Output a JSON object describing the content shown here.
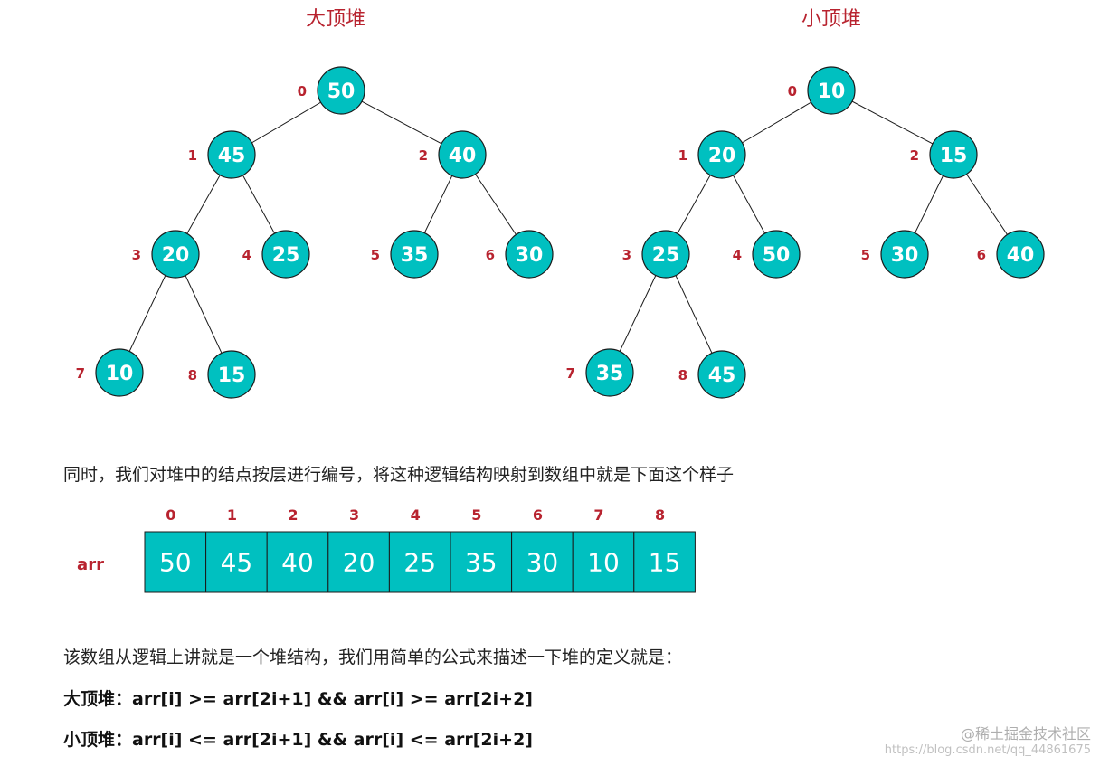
{
  "trees": [
    {
      "title": "大顶堆",
      "nodes": [
        {
          "index": "0",
          "value": "50"
        },
        {
          "index": "1",
          "value": "45"
        },
        {
          "index": "2",
          "value": "40"
        },
        {
          "index": "3",
          "value": "20"
        },
        {
          "index": "4",
          "value": "25"
        },
        {
          "index": "5",
          "value": "35"
        },
        {
          "index": "6",
          "value": "30"
        },
        {
          "index": "7",
          "value": "10"
        },
        {
          "index": "8",
          "value": "15"
        }
      ]
    },
    {
      "title": "小顶堆",
      "nodes": [
        {
          "index": "0",
          "value": "10"
        },
        {
          "index": "1",
          "value": "20"
        },
        {
          "index": "2",
          "value": "15"
        },
        {
          "index": "3",
          "value": "25"
        },
        {
          "index": "4",
          "value": "50"
        },
        {
          "index": "5",
          "value": "30"
        },
        {
          "index": "6",
          "value": "40"
        },
        {
          "index": "7",
          "value": "35"
        },
        {
          "index": "8",
          "value": "45"
        }
      ]
    }
  ],
  "edges": [
    [
      0,
      1
    ],
    [
      0,
      2
    ],
    [
      1,
      3
    ],
    [
      1,
      4
    ],
    [
      2,
      5
    ],
    [
      2,
      6
    ],
    [
      3,
      7
    ],
    [
      3,
      8
    ]
  ],
  "colors": {
    "node_fill": "#00c0c0",
    "index_label": "#b8232f",
    "title": "#b8232f"
  },
  "intro_text": "同时，我们对堆中的结点按层进行编号，将这种逻辑结构映射到数组中就是下面这个样子",
  "array": {
    "label": "arr",
    "indices": [
      "0",
      "1",
      "2",
      "3",
      "4",
      "5",
      "6",
      "7",
      "8"
    ],
    "values": [
      "50",
      "45",
      "40",
      "20",
      "25",
      "35",
      "30",
      "10",
      "15"
    ]
  },
  "desc_text": "该数组从逻辑上讲就是一个堆结构，我们用简单的公式来描述一下堆的定义就是：",
  "max_formula": "大顶堆：arr[i] >= arr[2i+1] && arr[i] >= arr[2i+2]",
  "min_formula": "小顶堆：arr[i] <= arr[2i+1] && arr[i] <= arr[2i+2]",
  "watermark": {
    "brand": "@稀土掘金技术社区",
    "url": "https://blog.csdn.net/qq_44861675"
  }
}
